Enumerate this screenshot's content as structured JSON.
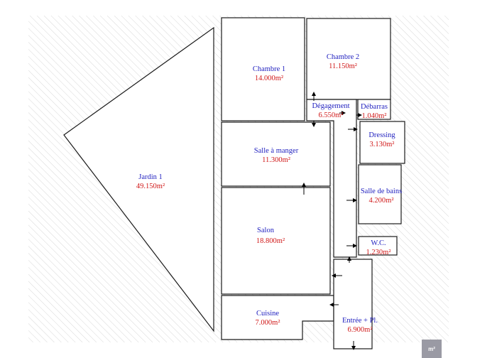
{
  "colors": {
    "name_text": "#1f1fbf",
    "area_text": "#d01818",
    "wall": "#1a1a1a",
    "hatch": "#d8d8d8",
    "door_arrow": "#000000",
    "unit_badge_bg": "#9a9aa4",
    "unit_badge_text": "#ffffff"
  },
  "rooms": [
    {
      "id": "jardin-1",
      "name": "Jardin 1",
      "area": "49.150m²"
    },
    {
      "id": "chambre-1",
      "name": "Chambre 1",
      "area": "14.000m²"
    },
    {
      "id": "chambre-2",
      "name": "Chambre 2",
      "area": "11.150m²"
    },
    {
      "id": "degagement",
      "name": "Dégagement",
      "area": "6.550m²"
    },
    {
      "id": "debarras",
      "name": "Débarras",
      "area": "1.040m²"
    },
    {
      "id": "dressing",
      "name": "Dressing",
      "area": "3.130m²"
    },
    {
      "id": "salle-a-manger",
      "name": "Salle à manger",
      "area": "11.300m²"
    },
    {
      "id": "salle-de-bains",
      "name": "Salle de bains",
      "area": "4.200m²"
    },
    {
      "id": "salon",
      "name": "Salon",
      "area": "18.800m²"
    },
    {
      "id": "wc",
      "name": "W.C.",
      "area": "1.230m²"
    },
    {
      "id": "cuisine",
      "name": "Cuisine",
      "area": "7.000m²"
    },
    {
      "id": "entree",
      "name": "Entrée + Pl.",
      "area": "6.900m²"
    }
  ],
  "unit_badge": "m²"
}
